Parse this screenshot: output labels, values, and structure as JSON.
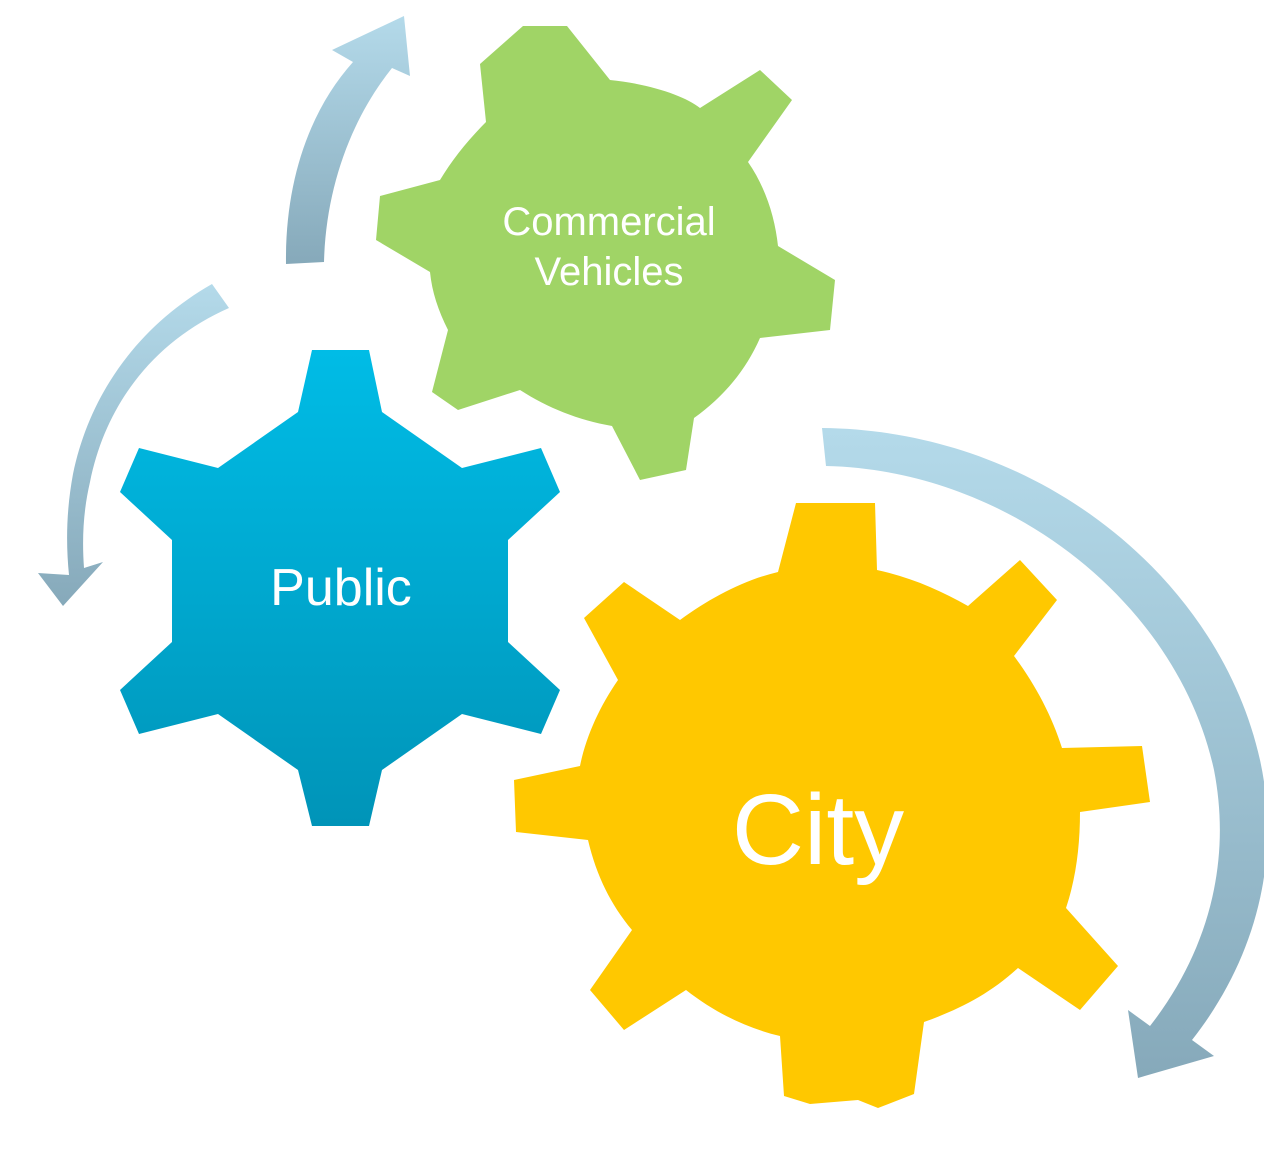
{
  "diagram": {
    "gears": [
      {
        "id": "city",
        "label_lines": [
          "City"
        ],
        "color": "#FFC800"
      },
      {
        "id": "public",
        "label_lines": [
          "Public"
        ],
        "color": "#00B0D8"
      },
      {
        "id": "commercial",
        "label_lines": [
          "Commercial",
          "Vehicles"
        ],
        "color": "#A0D466"
      }
    ],
    "arrow_color": "#A8CFE0"
  }
}
